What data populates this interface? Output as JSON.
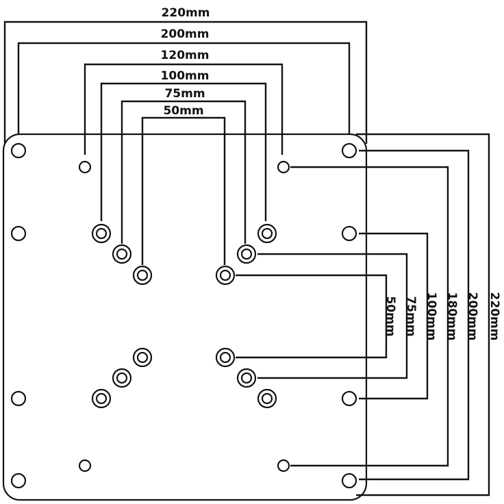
{
  "diagram": {
    "top_labels": {
      "w220": "220mm",
      "w200": "200mm",
      "w120": "120mm",
      "w100": "100mm",
      "w75": "75mm",
      "w50": "50mm"
    },
    "right_labels": {
      "h50": "50mm",
      "h75": "75mm",
      "h100": "100mm",
      "h180": "180mm",
      "h200": "200mm",
      "h220": "220mm"
    }
  }
}
